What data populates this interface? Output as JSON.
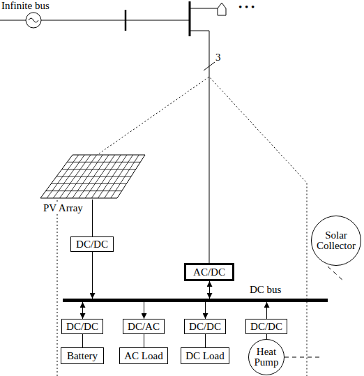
{
  "diagram": {
    "nodes": [
      {
        "text": [
          "PV Array"
        ]
      },
      {
        "text": [
          "Solar Collector"
        ]
      },
      {
        "text": [
          "DC/DC"
        ]
      },
      {
        "text": [
          "AC/DC"
        ]
      },
      {
        "text": [
          "DC bus"
        ]
      },
      {
        "text": [
          "DC/DC"
        ]
      },
      {
        "text": [
          "DC/AC"
        ]
      },
      {
        "text": [
          "DC/DC"
        ]
      },
      {
        "text": [
          "DC/DC"
        ]
      },
      {
        "text": [
          "Battery"
        ]
      },
      {
        "text": [
          "AC Load"
        ]
      },
      {
        "text": [
          "DC Load"
        ]
      },
      {
        "text": [
          "Heat Pump"
        ]
      }
    ],
    "edges": [
      {
        "from": 0,
        "to": 2,
        "arrow": "none"
      },
      {
        "from": 2,
        "to": 4,
        "arrow": "to"
      },
      {
        "from": 3,
        "to": 4,
        "arrow": "both"
      },
      {
        "from": 4,
        "to": 5,
        "arrow": "both"
      },
      {
        "from": 4,
        "to": 6,
        "arrow": "to"
      },
      {
        "from": 4,
        "to": 7,
        "arrow": "to"
      },
      {
        "from": 8,
        "to": 4,
        "arrow": "to"
      },
      {
        "from": 5,
        "to": 9,
        "arrow": "none"
      },
      {
        "from": 6,
        "to": 10,
        "arrow": "none"
      },
      {
        "from": 7,
        "to": 11,
        "arrow": "none"
      },
      {
        "from": 8,
        "to": 12,
        "arrow": "none"
      }
    ],
    "labels": [
      "Infinite bus",
      "3",
      "• • •"
    ]
  }
}
